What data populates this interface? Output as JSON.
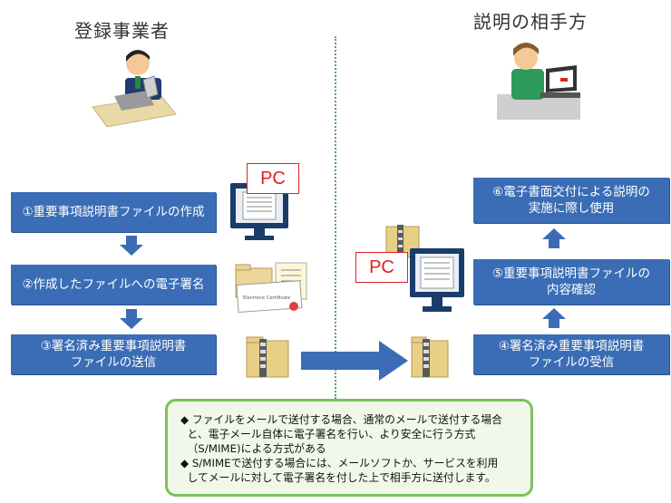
{
  "left_heading": "登録事業者",
  "right_heading": "説明の相手方",
  "pc_label": "PC",
  "left_steps": [
    "①重要事項説明書ファイルの作成",
    "②作成したファイルへの電子署名",
    "③署名済み重要事項説明書\nファイルの送信"
  ],
  "right_steps": [
    "⑥電子書面交付による説明の\n実施に際し使用",
    "⑤重要事項説明書ファイルの\n内容確認",
    "④署名済み重要事項説明書\nファイルの受信"
  ],
  "certificate_label": "Electronic Certificate",
  "note_lines": [
    "◆ ファイルをメールで送付する場合、通常のメールで送付する場合",
    "  と、電子メール自体に電子署名を行い、より安全に行う方式",
    "  （S/MIME)による方式がある",
    "◆ S/MIMEで送付する場合には、メールソフトか、サービスを利用",
    "  してメールに対して電子署名を付した上で相手方に送付します。"
  ],
  "colors": {
    "step_box": "#3a6db5",
    "arrow": "#3a6db5",
    "divider": "#4caf50",
    "pc_border": "#e02020",
    "note_border": "#7cc15a"
  }
}
